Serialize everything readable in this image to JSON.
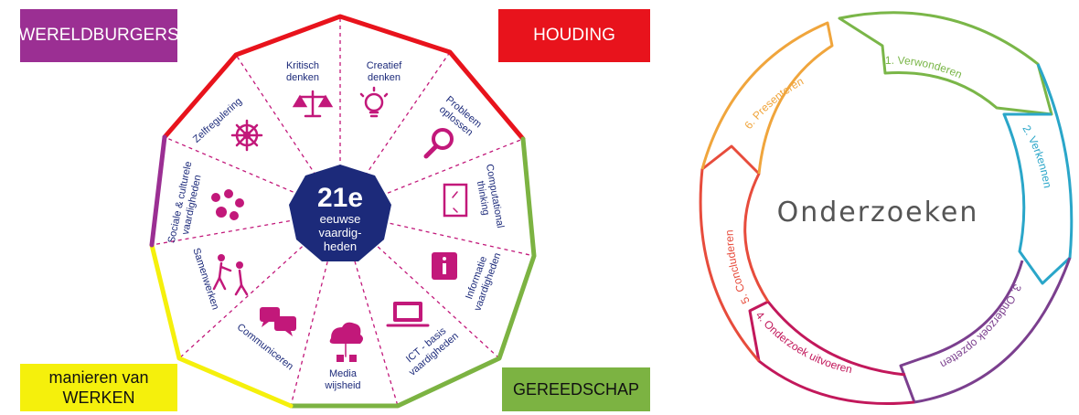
{
  "groups": {
    "wereldburgers": "WERELDBURGERS",
    "houding": "HOUDING",
    "werken_line1": "manieren van",
    "werken_line2": "WERKEN",
    "gereedschap": "GEREEDSCHAP"
  },
  "center": {
    "line1": "21e",
    "line2": "eeuwse",
    "line3": "vaardig-",
    "line4": "heden"
  },
  "skills": {
    "kritisch_1": "Kritisch",
    "kritisch_2": "denken",
    "creatief_1": "Creatief",
    "creatief_2": "denken",
    "probleem_1": "Probleem",
    "probleem_2": "oplossen",
    "computational_1": "Computational",
    "computational_2": "thinking",
    "informatie_1": "Informatie",
    "informatie_2": "vaardigheden",
    "ict_1": "ICT - basis",
    "ict_2": "vaardigheden",
    "media_1": "Media",
    "media_2": "wijsheid",
    "communiceren": "Communiceren",
    "samenwerken": "Samenwerken",
    "sociaal_1": "Sociale & culturele",
    "sociaal_2": "vaardigheden",
    "zelfregulering": "Zelfregulering"
  },
  "cycle": {
    "title": "Onderzoeken",
    "steps": [
      "1. Verwonderen",
      "2. Verkennen",
      "3. Onderzoek opzetten",
      "4. Onderzoek uitvoeren",
      "5. Concluderen",
      "6. Presenteren"
    ]
  },
  "colors": {
    "navy": "#1c2a7a",
    "magenta": "#c2187a",
    "purple": "#9b2f93",
    "red": "#e8131c",
    "yellow": "#f5f00c",
    "green": "#7cb342",
    "cycle_green": "#7ab648",
    "cycle_blue": "#2aa6c9",
    "cycle_purple": "#7b3f8e",
    "cycle_crimson": "#c2185b",
    "cycle_red": "#e74c3c",
    "cycle_orange": "#f0a53c"
  }
}
